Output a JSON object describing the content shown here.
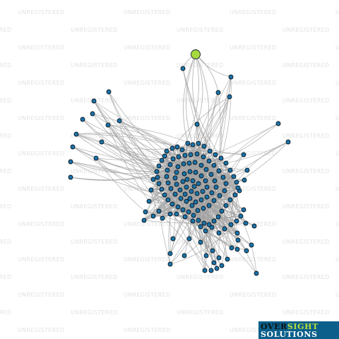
{
  "watermark": {
    "text": "UNREGISTERED"
  },
  "logo": {
    "line1": {
      "a": "OVER",
      "b": "SIGHT"
    },
    "line2": "SOLUTIONS"
  },
  "colors": {
    "background": "#ffffff",
    "edge": "#a3a3a3",
    "node_fill": "#1a73a8",
    "node_stroke": "#0c1a26",
    "root_fill": "#a7d93f",
    "watermark": "#e3e3e3",
    "logo_bg": "#0b5f8a",
    "logo_dark": "#111111",
    "logo_green": "#b9dd39",
    "logo_white": "#ffffff"
  },
  "network": {
    "root_node": "highlighted-entity",
    "node_count": 163
  }
}
